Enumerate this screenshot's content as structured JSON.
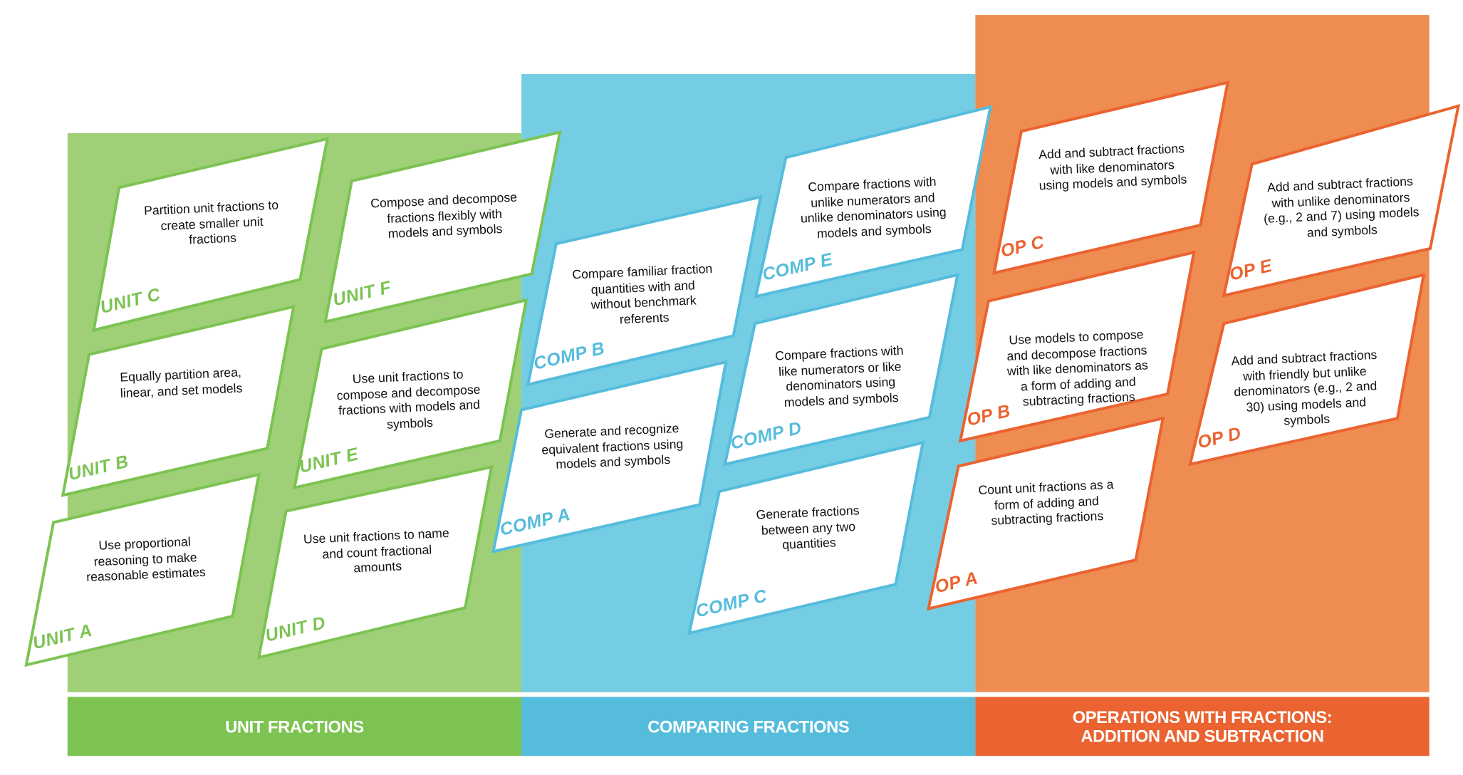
{
  "colors": {
    "unit_panel": "#9fd077",
    "unit_accent": "#7cc352",
    "comp_panel": "#74cde3",
    "comp_accent": "#55bcdc",
    "op_panel": "#ee8c51",
    "op_accent": "#ea6330"
  },
  "sections": [
    {
      "id": "unit",
      "title": "UNIT FRACTIONS"
    },
    {
      "id": "comp",
      "title": "COMPARING FRACTIONS"
    },
    {
      "id": "op",
      "title": "OPERATIONS WITH FRACTIONS:\nADDITION AND SUBTRACTION"
    }
  ],
  "cards": [
    {
      "id": "unit-a",
      "section": "unit",
      "label": "UNIT A",
      "text": "Use proportional\nreasoning to make\nreasonable estimates"
    },
    {
      "id": "unit-b",
      "section": "unit",
      "label": "UNIT B",
      "text": "Equally partition area,\nlinear, and set models"
    },
    {
      "id": "unit-c",
      "section": "unit",
      "label": "UNIT C",
      "text": "Partition unit fractions to\ncreate smaller unit\nfractions"
    },
    {
      "id": "unit-d",
      "section": "unit",
      "label": "UNIT D",
      "text": "Use unit fractions to name\nand count fractional\namounts"
    },
    {
      "id": "unit-e",
      "section": "unit",
      "label": "UNIT E",
      "text": "Use unit fractions to\ncompose and decompose\nfractions with models and\nsymbols"
    },
    {
      "id": "unit-f",
      "section": "unit",
      "label": "UNIT F",
      "text": "Compose and decompose\nfractions flexibly with\nmodels and symbols"
    },
    {
      "id": "comp-a",
      "section": "comp",
      "label": "COMP A",
      "text": "Generate and recognize\nequivalent fractions using\nmodels and symbols"
    },
    {
      "id": "comp-b",
      "section": "comp",
      "label": "COMP B",
      "text": "Compare familiar fraction\nquantities with and\nwithout benchmark\nreferents"
    },
    {
      "id": "comp-c",
      "section": "comp",
      "label": "COMP C",
      "text": "Generate fractions\nbetween any two\nquantities"
    },
    {
      "id": "comp-d",
      "section": "comp",
      "label": "COMP D",
      "text": "Compare fractions with\nlike numerators or like\ndenominators using\nmodels and symbols"
    },
    {
      "id": "comp-e",
      "section": "comp",
      "label": "COMP E",
      "text": "Compare fractions with\nunlike numerators and\nunlike denominators using\nmodels and symbols"
    },
    {
      "id": "op-a",
      "section": "op",
      "label": "OP A",
      "text": "Count unit fractions as a\nform of adding and\nsubtracting fractions"
    },
    {
      "id": "op-b",
      "section": "op",
      "label": "OP B",
      "text": "Use models to compose\nand decompose fractions\nwith like denominators as\na form of adding and\nsubtracting fractions"
    },
    {
      "id": "op-c",
      "section": "op",
      "label": "OP C",
      "text": "Add and subtract fractions\nwith like denominators\nusing models and symbols"
    },
    {
      "id": "op-d",
      "section": "op",
      "label": "OP D",
      "text": "Add and subtract fractions\nwith friendly but unlike\ndenominators (e.g., 2 and\n30) using models and\nsymbols"
    },
    {
      "id": "op-e",
      "section": "op",
      "label": "OP E",
      "text": "Add and subtract fractions\nwith unlike denominators\n(e.g., 2 and 7) using models\nand symbols"
    }
  ]
}
